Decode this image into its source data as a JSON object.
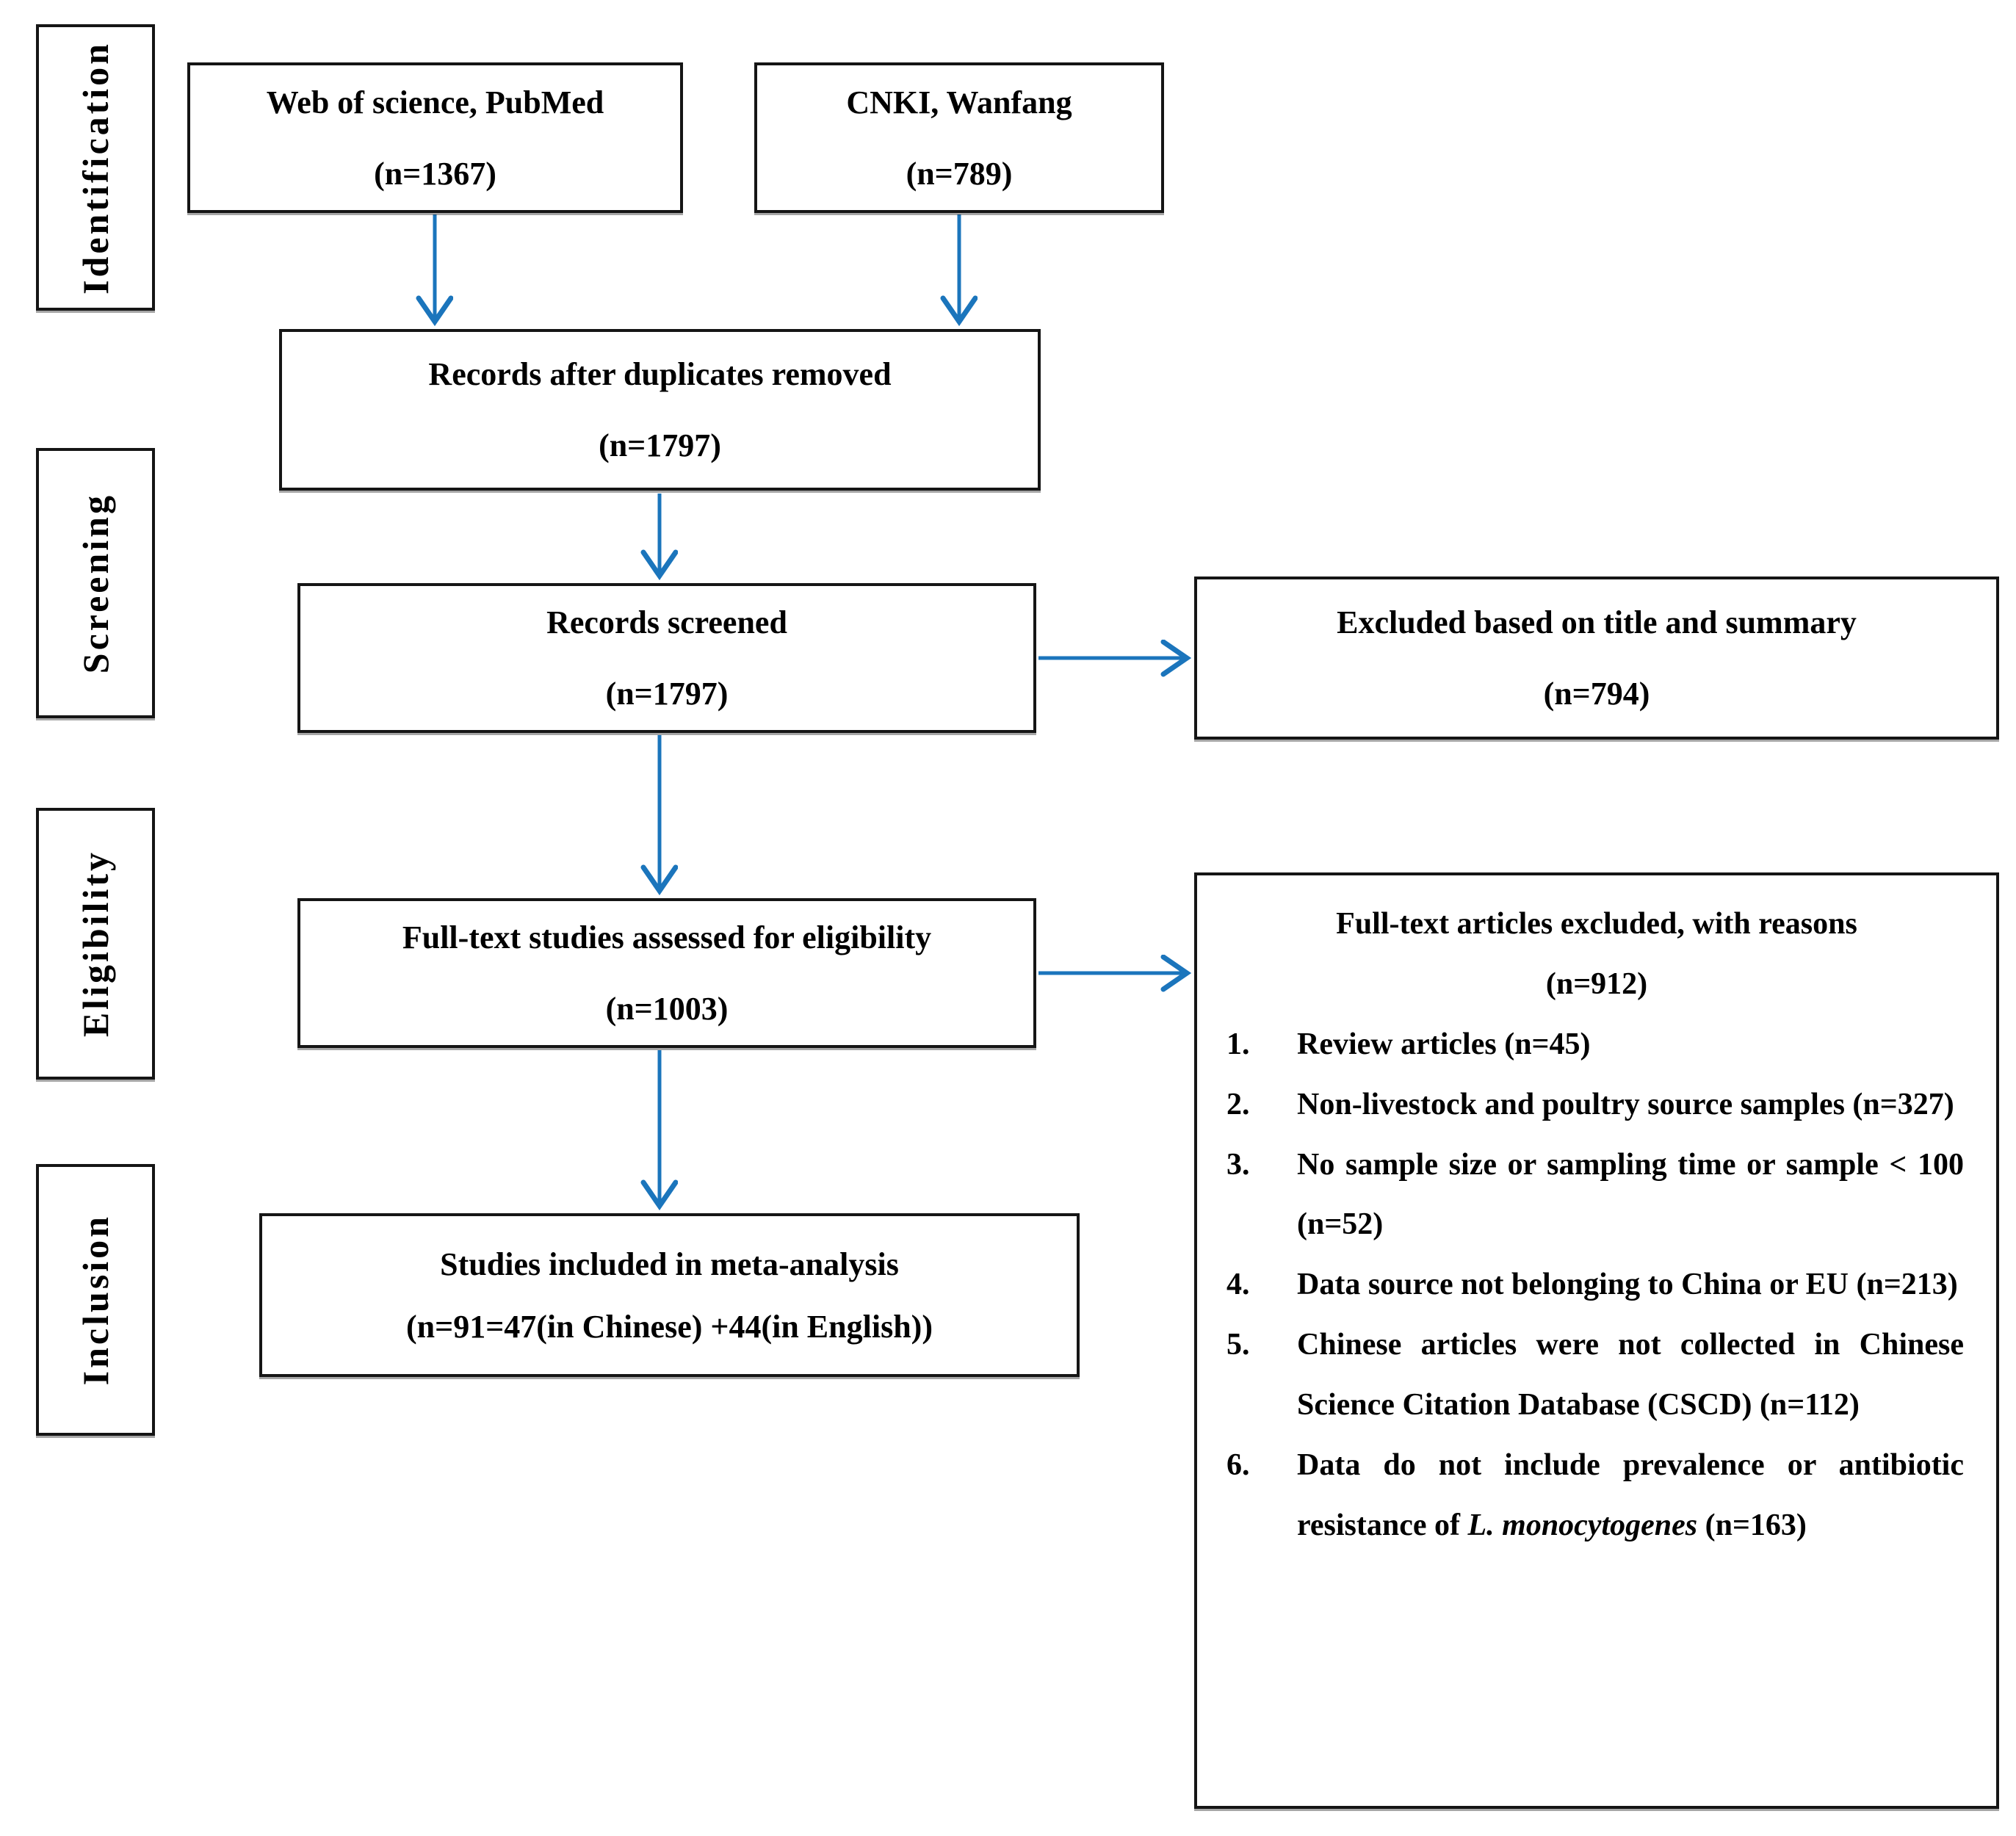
{
  "palette": {
    "arrow_blue": "#1b75bc",
    "border_black": "#151515",
    "background": "#ffffff"
  },
  "stages": [
    {
      "label": "Identification"
    },
    {
      "label": "Screening"
    },
    {
      "label": "Eligibility"
    },
    {
      "label": "Inclusion"
    }
  ],
  "boxes": {
    "web_pubmed": {
      "line1": "Web of science、PubMed",
      "line2": "(n=1367)"
    },
    "cnki_wanfang": {
      "line1": "CNKI、Wanfang",
      "line2": "（n=789）"
    },
    "duplicates_removed": {
      "line1": "Records after duplicates removed",
      "line2": "（n=1797）"
    },
    "records_screened": {
      "line1": "Records screened",
      "line2": "（n=1797）"
    },
    "excluded_title_summary": {
      "line1": "Excluded based on title and summary",
      "line2": "（n=794）"
    },
    "fulltext_assessed": {
      "line1": "Full-text studies assessed for eligibility",
      "line2": "(n=1003)"
    },
    "included_meta": {
      "line1": "Studies included in meta-analysis",
      "line2": "(n=91=47(in Chinese) +44(in English))"
    },
    "fulltext_excluded": {
      "title": "Full-text articles excluded, with reasons",
      "count": "（n=912）",
      "reasons": [
        {
          "num": "1.",
          "segments": [
            {
              "text": "Review articles (n=45)",
              "italic": false
            }
          ]
        },
        {
          "num": "2.",
          "segments": [
            {
              "text": "Non-livestock and poultry source samples (n=327)",
              "italic": false
            }
          ]
        },
        {
          "num": "3.",
          "segments": [
            {
              "text": "No sample size or sampling time or sample < 100 (n=52)",
              "italic": false
            }
          ]
        },
        {
          "num": "4.",
          "segments": [
            {
              "text": "Data source not belonging to China or EU (n=213)",
              "italic": false
            }
          ]
        },
        {
          "num": "5.",
          "segments": [
            {
              "text": "Chinese articles were not collected in Chinese Science Citation Database (CSCD) (n=112)",
              "italic": false
            }
          ]
        },
        {
          "num": "6.",
          "segments": [
            {
              "text": "Data do not include prevalence or antibiotic resistance of ",
              "italic": false
            },
            {
              "text": "L. monocytogenes",
              "italic": true
            },
            {
              "text": " (n=163)",
              "italic": false
            }
          ]
        }
      ]
    }
  }
}
